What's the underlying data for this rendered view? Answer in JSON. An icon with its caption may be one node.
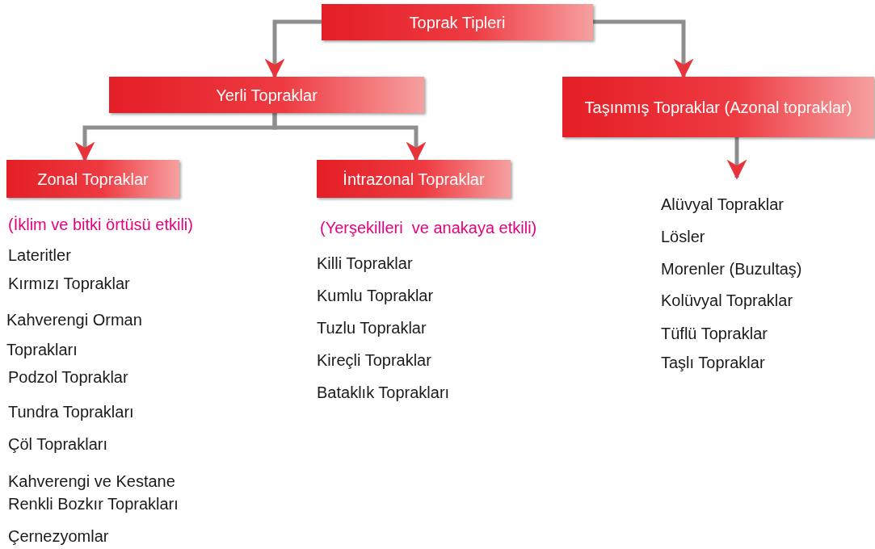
{
  "diagram": {
    "nodes": [
      {
        "text": [
          "Toprak Tipleri"
        ]
      },
      {
        "text": [
          "Yerli Topraklar"
        ]
      },
      {
        "text": [
          "Taşınmış Topraklar (Azonal topraklar)"
        ]
      },
      {
        "text": [
          "Zonal Topraklar"
        ],
        "beside": [
          "(İklim ve bitki örtüsü etkili)"
        ]
      },
      {
        "text": [
          "İntrazonal Topraklar"
        ],
        "beside": [
          "(Yerşekilleri  ve anakaya etkili)"
        ]
      }
    ],
    "edges": [
      {
        "from": 0,
        "to": 1,
        "arrow": "to"
      },
      {
        "from": 0,
        "to": 2,
        "arrow": "to"
      },
      {
        "from": 1,
        "to": 3,
        "arrow": "to"
      },
      {
        "from": 1,
        "to": 4,
        "arrow": "to"
      },
      {
        "from": 2,
        "to": null,
        "arrow": "to"
      }
    ],
    "labels": [
      "Lateritler",
      "Kırmızı Topraklar",
      "Kahverengi Orman Toprakları",
      "Podzol Topraklar",
      "Tundra Toprakları",
      "Çöl Toprakları",
      "Kahverengi ve Kestane Renkli Bozkır Toprakları",
      "Çernezyomlar",
      "Killi Topraklar",
      "Kumlu Topraklar",
      "Tuzlu Topraklar",
      "Kireçli Topraklar",
      "Bataklık Toprakları",
      "Alüvyal Topraklar",
      "Lösler",
      "Morenler (Buzultaş)",
      "Kolüvyal Topraklar",
      "Tüflü Topraklar",
      "Taşlı Topraklar"
    ]
  }
}
